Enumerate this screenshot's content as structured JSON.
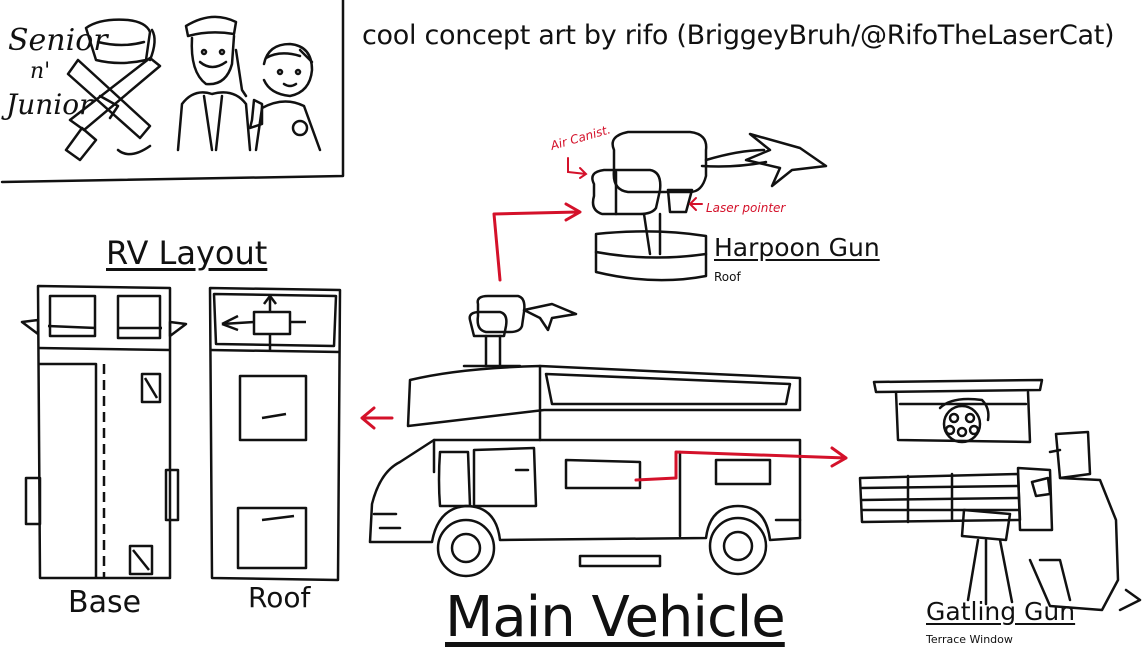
{
  "logo": {
    "lines": [
      "Senior",
      "n'",
      "Junior"
    ]
  },
  "credit_text": "cool concept art by rifo (BriggeyBruh/@RifoTheLaserCat)",
  "rv_layout": {
    "title": "RV Layout",
    "base_label": "Base",
    "roof_label": "Roof"
  },
  "harpoon": {
    "title": "Harpoon Gun",
    "subtitle": "Roof",
    "annotation_air": "Air Canist.",
    "annotation_laser": "Laser pointer"
  },
  "main_vehicle": {
    "title": "Main Vehicle"
  },
  "gatling": {
    "title": "Gatling Gun",
    "subtitle": "Terrace Window"
  },
  "colors": {
    "ink": "#111111",
    "annotation_red": "#d4112a",
    "background": "#ffffff"
  }
}
